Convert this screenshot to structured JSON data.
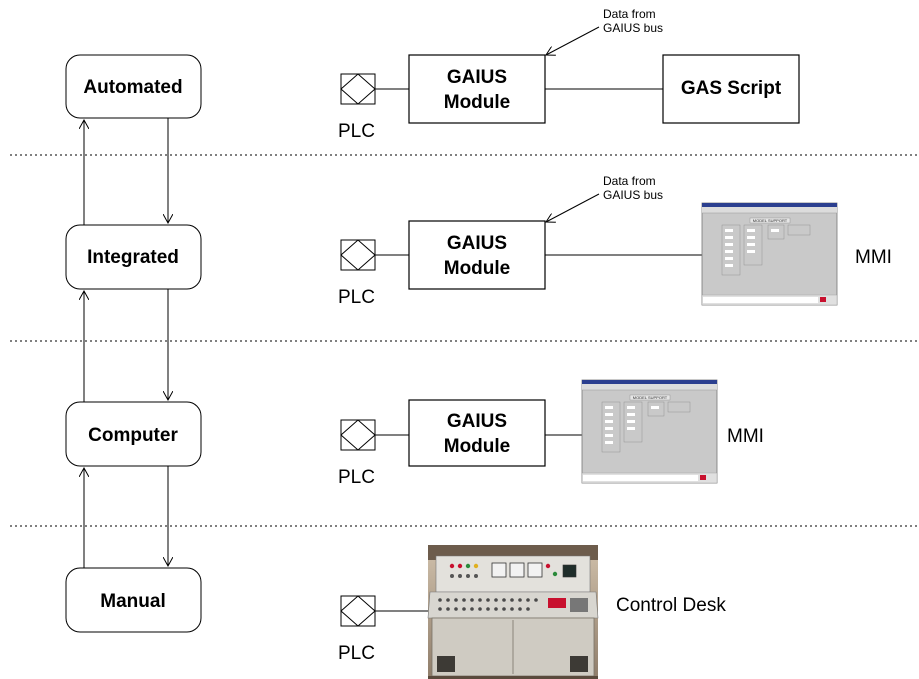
{
  "levels": [
    {
      "name": "Automated"
    },
    {
      "name": "Integrated"
    },
    {
      "name": "Computer"
    },
    {
      "name": "Manual"
    }
  ],
  "plc_label": "PLC",
  "module": {
    "line1": "GAIUS",
    "line2": "Module"
  },
  "gas_script": "GAS Script",
  "data_note": {
    "line1": "Data from",
    "line2": "GAIUS bus"
  },
  "mmi_label": "MMI",
  "mmi_screen_title": "MODEL SUPPORT",
  "control_desk": "Control Desk"
}
